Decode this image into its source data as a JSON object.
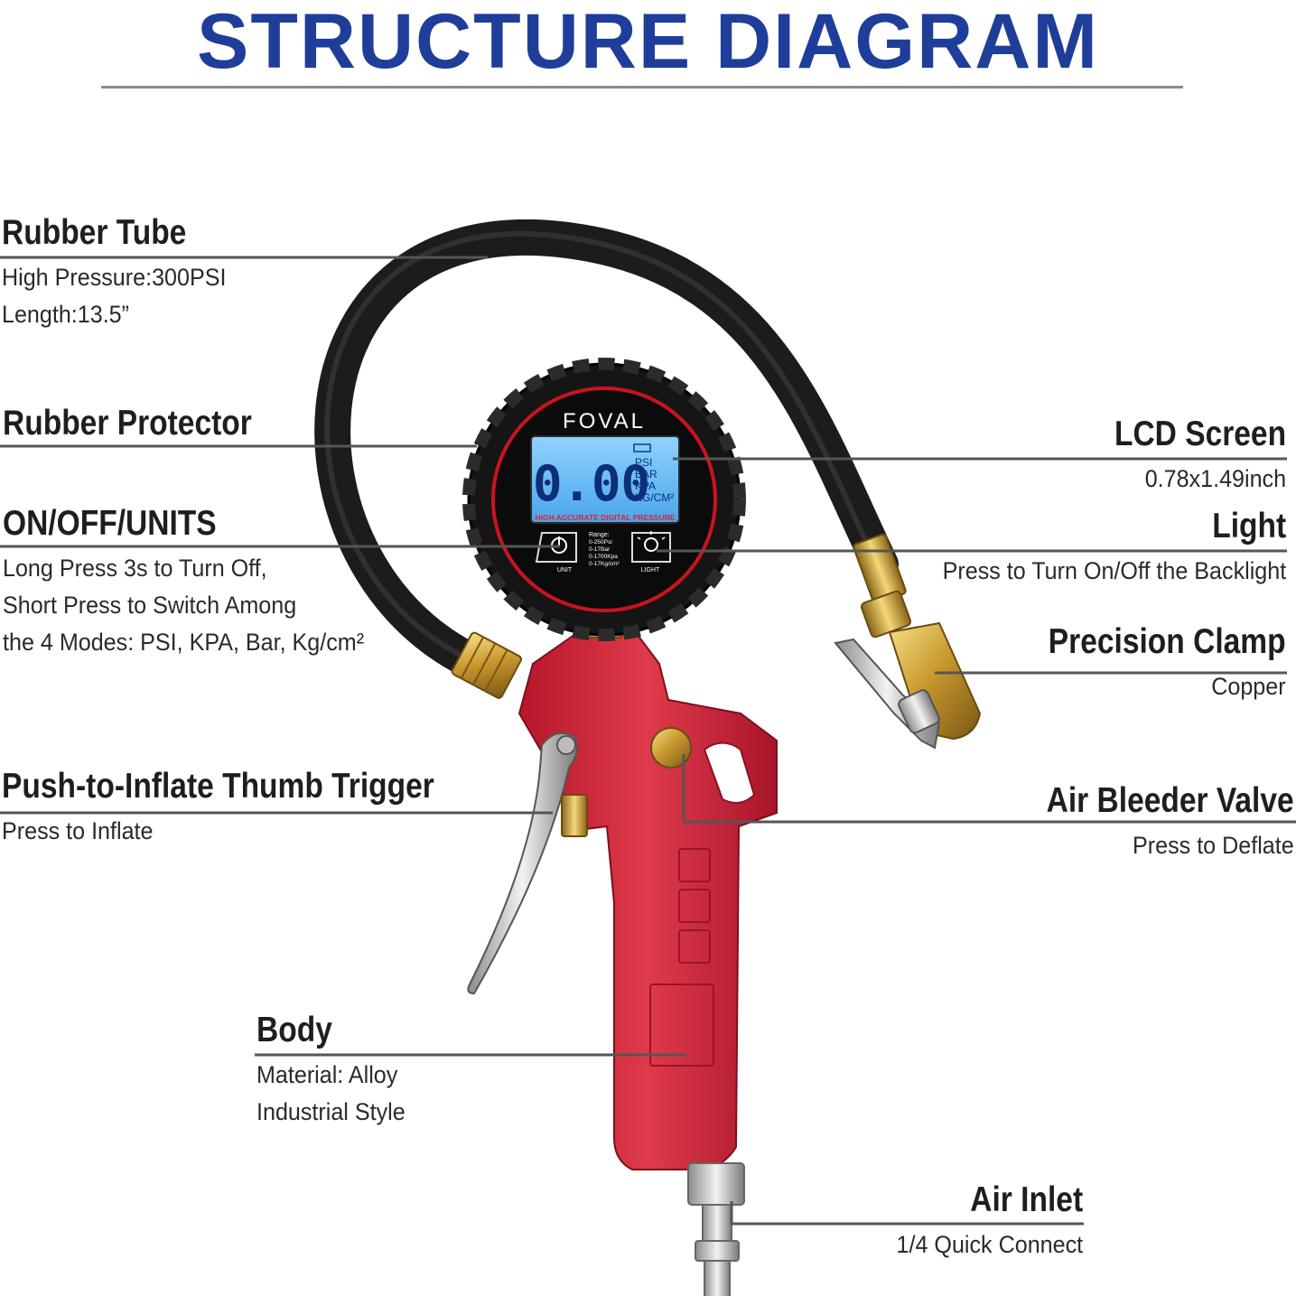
{
  "title": "STRUCTURE DIAGRAM",
  "product": {
    "brand": "FOVAL",
    "display_reading": "0.00",
    "units": [
      "PSI",
      "BAR",
      "KPA",
      "KG/CM²"
    ],
    "panel_text": "HIGH ACCURATE DIGITAL PRESSURE",
    "range_title": "Range:",
    "ranges": [
      "0-250Psi",
      "0-17Bar",
      "0-1700Kpa",
      "0-17Kg/cm²"
    ],
    "button_left": "UNIT",
    "button_right": "LIGHT"
  },
  "callouts": {
    "rubber_tube": {
      "title": "Rubber Tube",
      "lines": [
        "High Pressure:300PSI",
        "Length:13.5”"
      ]
    },
    "rubber_protector": {
      "title": "Rubber Protector"
    },
    "on_off_units": {
      "title": "ON/OFF/UNITS",
      "lines": [
        "Long Press 3s to Turn Off,",
        "Short Press to Switch Among",
        "the 4 Modes: PSI, KPA, Bar, Kg/cm²"
      ]
    },
    "thumb_trigger": {
      "title": "Push-to-Inflate Thumb Trigger",
      "lines": [
        "Press to Inflate"
      ]
    },
    "body": {
      "title": "Body",
      "lines": [
        "Material: Alloy",
        "Industrial Style"
      ]
    },
    "lcd_screen": {
      "title": "LCD Screen",
      "lines": [
        "0.78x1.49inch"
      ]
    },
    "light": {
      "title": "Light",
      "lines": [
        "Press to Turn On/Off the Backlight"
      ]
    },
    "precision_clamp": {
      "title": "Precision Clamp",
      "lines": [
        "Copper"
      ]
    },
    "air_bleeder_valve": {
      "title": "Air Bleeder Valve",
      "lines": [
        "Press to Deflate"
      ]
    },
    "air_inlet": {
      "title": "Air Inlet",
      "lines": [
        "1/4 Quick Connect"
      ]
    }
  }
}
